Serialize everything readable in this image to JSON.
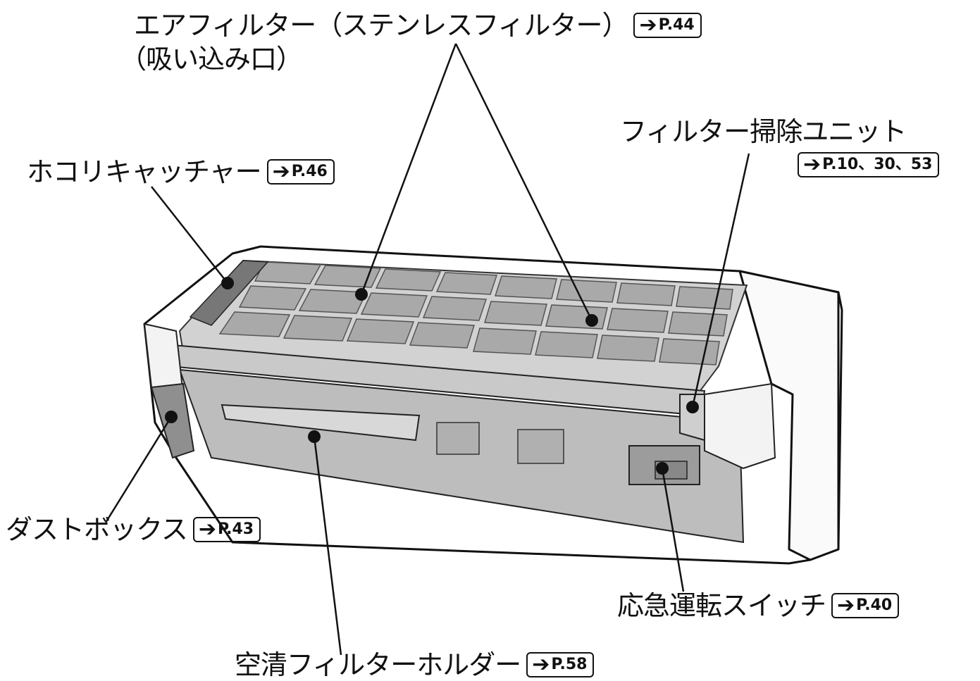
{
  "labels": {
    "air_filter": {
      "text": "エアフィルター（ステンレスフィルター）",
      "ref": "P.44"
    },
    "air_filter_sub": {
      "text": "（吸い込み口）"
    },
    "dust_catcher": {
      "text": "ホコリキャッチャー",
      "ref": "P.46"
    },
    "filter_cleaning_unit": {
      "text": "フィルター掃除ユニット",
      "ref": "P.10、30、53"
    },
    "dust_box": {
      "text": "ダストボックス",
      "ref": "P.43"
    },
    "emergency_switch": {
      "text": "応急運転スイッチ",
      "ref": "P.40"
    },
    "clean_filter_holder": {
      "text": "空清フィルターホルダー",
      "ref": "P.58"
    }
  },
  "ref_arrow": "➔"
}
